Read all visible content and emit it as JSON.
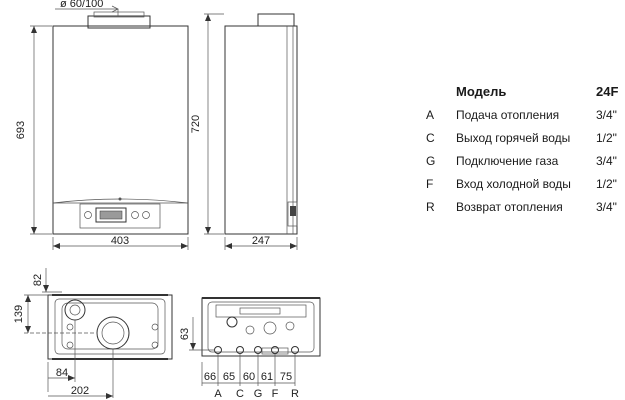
{
  "dimensions": {
    "flue": "ø 60/100",
    "front_height": "693",
    "front_width": "403",
    "side_height": "720",
    "side_width": "247",
    "bottom_top_offset": "82",
    "bottom_depth": "139",
    "bottom_left_offset": "84",
    "bottom_width": "202",
    "pipe_height": "63",
    "pipe_spacings": [
      "66",
      "65",
      "60",
      "61",
      "75"
    ],
    "pipe_letters": [
      "A",
      "C",
      "G",
      "F",
      "R"
    ]
  },
  "table": {
    "header_label": "Модель",
    "header_model": "24F",
    "rows": [
      {
        "code": "A",
        "name": "Подача отопления",
        "size": "3/4\""
      },
      {
        "code": "C",
        "name": "Выход горячей воды",
        "size": "1/2\""
      },
      {
        "code": "G",
        "name": "Подключение газа",
        "size": "3/4\""
      },
      {
        "code": "F",
        "name": "Вход холодной воды",
        "size": "1/2\""
      },
      {
        "code": "R",
        "name": "Возврат отопления",
        "size": "3/4\""
      }
    ]
  }
}
